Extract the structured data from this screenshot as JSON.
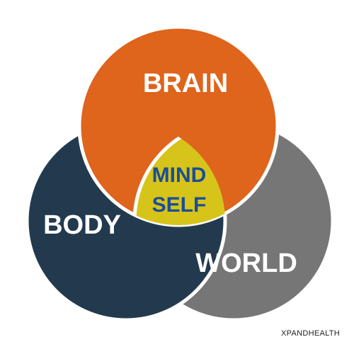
{
  "diagram": {
    "circles": [
      {
        "id": "brain",
        "label": "BRAIN",
        "color": "#DF641C"
      },
      {
        "id": "body",
        "label": "BODY",
        "color": "#233A4E"
      },
      {
        "id": "world",
        "label": "WORLD",
        "color": "#767676"
      }
    ],
    "center": {
      "lines": [
        "MIND",
        "SELF"
      ],
      "fill_color": "#D6C41A",
      "text_color": "#1B4E96"
    },
    "outline_color": "#FFFFFF"
  },
  "credit": "XPANDHEALTH"
}
